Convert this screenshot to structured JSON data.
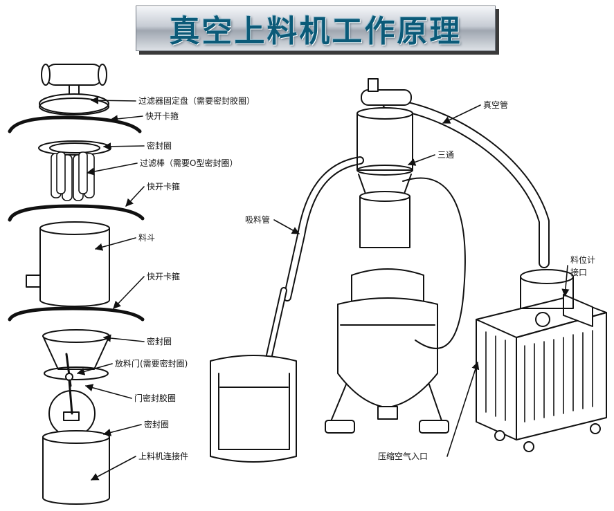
{
  "title": "真空上料机工作原理",
  "labels": {
    "filter_fixing_plate": "过滤器固定盘（需要密封胶圈）",
    "quick_clamp_1": "快开卡箍",
    "seal_ring_1": "密封圈",
    "filter_element": "过滤棒（需要O型密封圈）",
    "quick_clamp_2": "快开卡箍",
    "hopper": "料斗",
    "quick_clamp_3": "快开卡箍",
    "seal_ring_2": "密封圈",
    "discharge_door": "放料门(需要密封圈)",
    "door_seal": "门密封胶圈",
    "seal_ring_3": "密封圈",
    "loader_connector": "上料机连接件",
    "vacuum_pipe": "真空管",
    "tee": "三通",
    "suction_pipe": "吸料管",
    "level_sensor_line1": "料位计",
    "level_sensor_line2": "接口",
    "compressed_air_inlet": "压缩空气入口"
  }
}
